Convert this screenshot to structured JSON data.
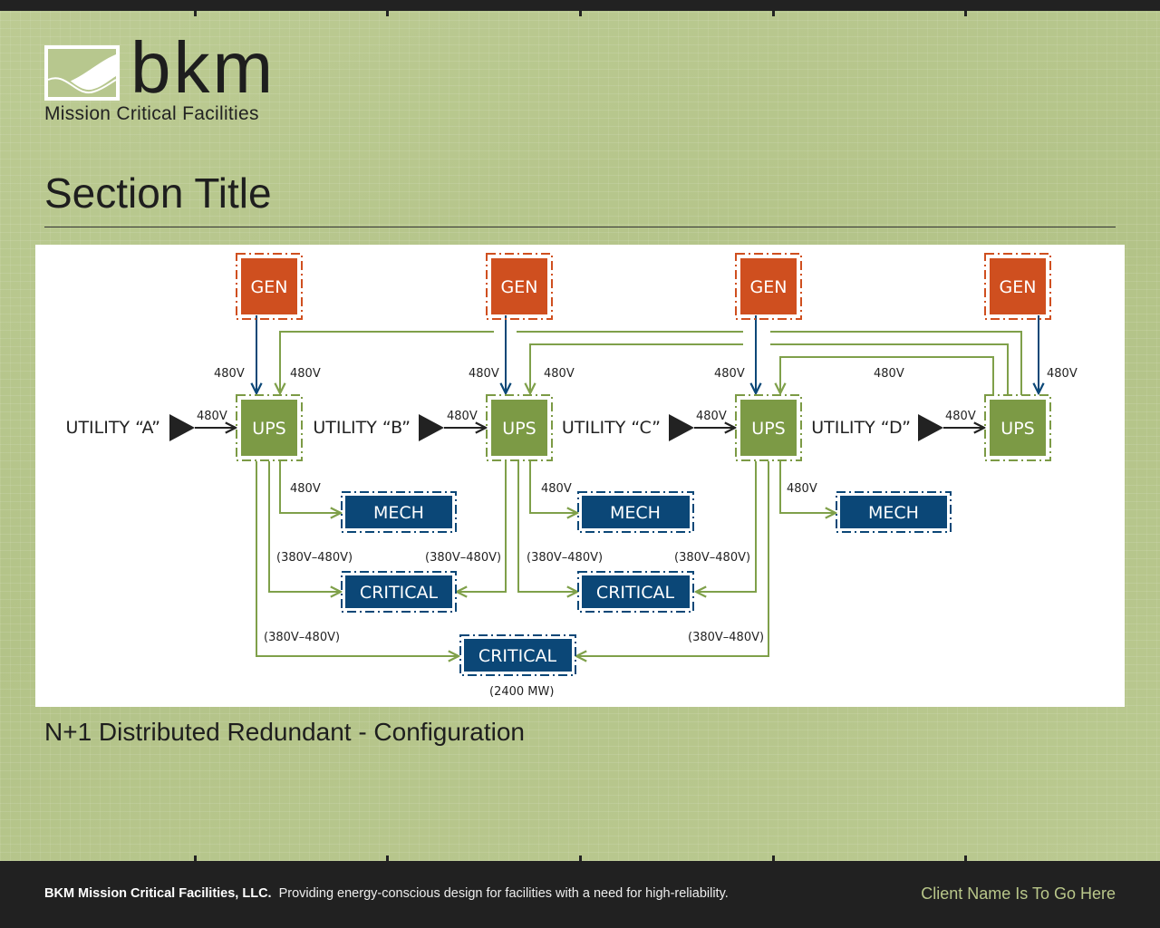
{
  "header": {
    "logo_word": "bkm",
    "logo_tagline": "Mission Critical Facilities",
    "section_title": "Section Title"
  },
  "diagram": {
    "gen_label": "GEN",
    "ups_label": "UPS",
    "utilities": [
      "UTILITY “A”",
      "UTILITY “B”",
      "UTILITY “C”",
      "UTILITY “D”"
    ],
    "voltage": "480V",
    "voltage_range": "(380V–480V)",
    "mech_label": "MECH",
    "critical_label": "CRITICAL",
    "capacity": "(2400 MW)",
    "colors": {
      "gen": "#cf4f1f",
      "ups": "#7c9a45",
      "load": "#0b4777",
      "feed": "#0b4777",
      "backup": "#7fa04a"
    }
  },
  "caption": "N+1 Distributed Redundant - Configuration",
  "footer": {
    "company": "BKM Mission Critical Facilities, LLC.",
    "tagline": "Providing energy-conscious design for facilities with a need for high-reliability.",
    "client": "Client Name Is To Go Here"
  }
}
